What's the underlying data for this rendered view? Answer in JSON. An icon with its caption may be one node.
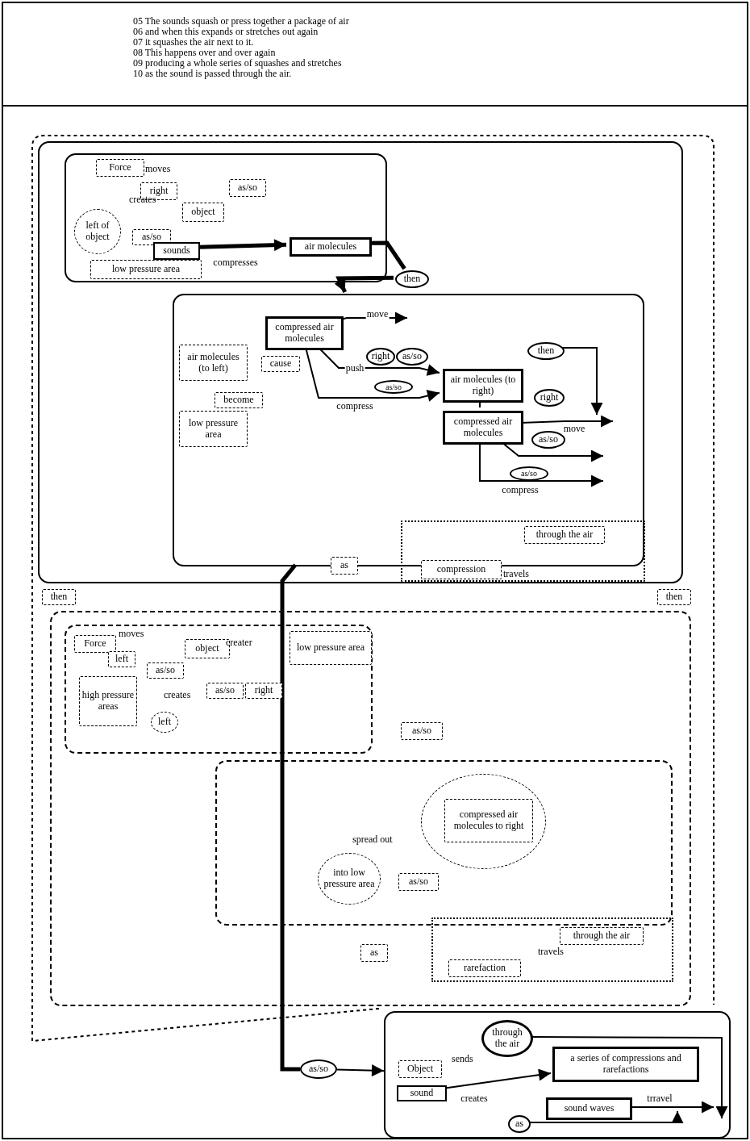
{
  "diagram": {
    "nodes": [
      {
        "text": [],
        "shape": "box"
      },
      {
        "text": [],
        "shape": "box",
        "in": 0
      },
      {
        "text": [
          "Force"
        ],
        "in": 1
      },
      {
        "text": [
          "right"
        ],
        "in": 1
      },
      {
        "text": [
          "as/so"
        ],
        "in": 1
      },
      {
        "text": [
          "object"
        ],
        "in": 1
      },
      {
        "text": [
          "left of object"
        ],
        "in": 1
      },
      {
        "text": [
          "as/so"
        ],
        "in": 1
      },
      {
        "text": [
          "sounds"
        ],
        "in": 1
      },
      {
        "text": [
          "air molecules"
        ],
        "in": 1
      },
      {
        "text": [
          "low pressure area"
        ],
        "in": 1
      },
      {
        "text": [
          "then"
        ],
        "in": 0
      },
      {
        "text": [],
        "shape": "box",
        "in": 0
      },
      {
        "text": [
          "compressed air molecules"
        ],
        "in": 12
      },
      {
        "text": [
          "right"
        ],
        "in": 12
      },
      {
        "text": [
          "as/so"
        ],
        "in": 12
      },
      {
        "text": [
          "air molecules (to left)"
        ],
        "in": 12
      },
      {
        "text": [
          "cause"
        ],
        "in": 12
      },
      {
        "text": [
          "become"
        ],
        "in": 12
      },
      {
        "text": [
          "as/so"
        ],
        "in": 12
      },
      {
        "text": [
          "air molecules (to right)"
        ],
        "in": 12
      },
      {
        "text": [
          "then"
        ],
        "in": 12
      },
      {
        "text": [
          "low pressure area"
        ],
        "in": 12
      },
      {
        "text": [
          "right"
        ],
        "in": 12
      },
      {
        "text": [
          "compressed air molecules"
        ],
        "in": 12
      },
      {
        "text": [
          "as/so"
        ],
        "in": 12
      },
      {
        "text": [
          "as/so"
        ],
        "in": 12
      },
      {
        "text": [
          "travels"
        ],
        "in": 0
      },
      {
        "text": [
          "through the air"
        ]
      },
      {
        "text": [
          "compression"
        ],
        "in": 27
      },
      {
        "text": [
          "as"
        ],
        "in": 0
      },
      {
        "text": [
          "then"
        ]
      },
      {
        "text": [
          "then"
        ]
      },
      {
        "text": [],
        "shape": "box"
      },
      {
        "text": [],
        "shape": "box",
        "in": 33
      },
      {
        "text": [
          "Force"
        ],
        "in": 34
      },
      {
        "text": [
          "left"
        ],
        "in": 34
      },
      {
        "text": [
          "as/so"
        ],
        "in": 34
      },
      {
        "text": [
          "object"
        ],
        "in": 34
      },
      {
        "text": [
          "low pressure area"
        ],
        "in": 34
      },
      {
        "text": [
          "high pressure areas"
        ],
        "in": 34
      },
      {
        "text": [
          "as/so"
        ],
        "in": 34
      },
      {
        "text": [
          "right"
        ],
        "in": 34
      },
      {
        "text": [
          "left"
        ],
        "in": 34
      },
      {
        "text": [
          "as/so"
        ],
        "in": 33
      },
      {
        "text": [],
        "shape": "box",
        "in": 33
      },
      {
        "text": [],
        "shape": "circle",
        "in": 45
      },
      {
        "text": [
          "compressed air molecules to right"
        ],
        "in": 46
      },
      {
        "text": [
          "into low pressure area"
        ],
        "in": 45
      },
      {
        "text": [
          "as/so"
        ],
        "in": 45
      },
      {
        "text": [
          "travels"
        ],
        "in": 33
      },
      {
        "text": [
          "through the air"
        ],
        "in": 50
      },
      {
        "text": [
          "rarefaction"
        ],
        "in": 50
      },
      {
        "text": [
          "as"
        ],
        "in": 33
      },
      {
        "text": [
          "as/so"
        ]
      },
      {
        "text": [],
        "shape": "box"
      },
      {
        "text": [
          "through the air"
        ],
        "in": 55
      },
      {
        "text": [
          "Object"
        ],
        "in": 55
      },
      {
        "text": [
          "a series of compressions and rarefactions"
        ],
        "in": 55
      },
      {
        "text": [
          "sound"
        ],
        "in": 55
      },
      {
        "text": [
          "sound waves"
        ],
        "in": 55
      },
      {
        "text": [
          "as"
        ],
        "in": 55
      }
    ],
    "edges": [
      {
        "from": 8,
        "to": 9,
        "arrow": "to",
        "label": "compresses",
        "style": "thick"
      },
      {
        "from": 9,
        "to": 11,
        "arrow": "none",
        "style": "thick"
      },
      {
        "from": 11,
        "to": 12,
        "arrow": "to",
        "style": "thick"
      },
      {
        "from": 13,
        "to": null,
        "arrow": "to",
        "label": "move"
      },
      {
        "from": 13,
        "to": 20,
        "arrow": "to",
        "label": "push"
      },
      {
        "from": 13,
        "to": 20,
        "arrow": "to",
        "label": "compress"
      },
      {
        "from": 20,
        "to": 24,
        "arrow": "none"
      },
      {
        "from": 21,
        "to": null,
        "arrow": "to"
      },
      {
        "from": 24,
        "to": null,
        "arrow": "to",
        "label": "move"
      },
      {
        "from": 24,
        "to": null,
        "arrow": "to"
      },
      {
        "from": 24,
        "to": null,
        "arrow": "to",
        "label": "compress"
      },
      {
        "from": 12,
        "to": 54,
        "arrow": "none",
        "style": "thick"
      },
      {
        "from": 54,
        "to": 55,
        "arrow": "to"
      },
      {
        "from": 59,
        "to": 58,
        "arrow": "to",
        "label": "creates"
      },
      {
        "from": 56,
        "to": null,
        "arrow": "to"
      },
      {
        "from": 60,
        "to": null,
        "arrow": "to",
        "label": "trravel"
      },
      {
        "from": 61,
        "to": null,
        "arrow": "to"
      }
    ],
    "labels": [
      "05  The sounds squash or press together a package of air",
      "06 and when this expands or stretches out again",
      "07  it squashes the air next to it.",
      "08  This happens over and over again",
      "09 producing a whole series of squashes and stretches",
      "10 as the sound is passed through the air.",
      "moves",
      "creates",
      "moves",
      "creater",
      "creates",
      "spread out",
      "sends"
    ]
  }
}
